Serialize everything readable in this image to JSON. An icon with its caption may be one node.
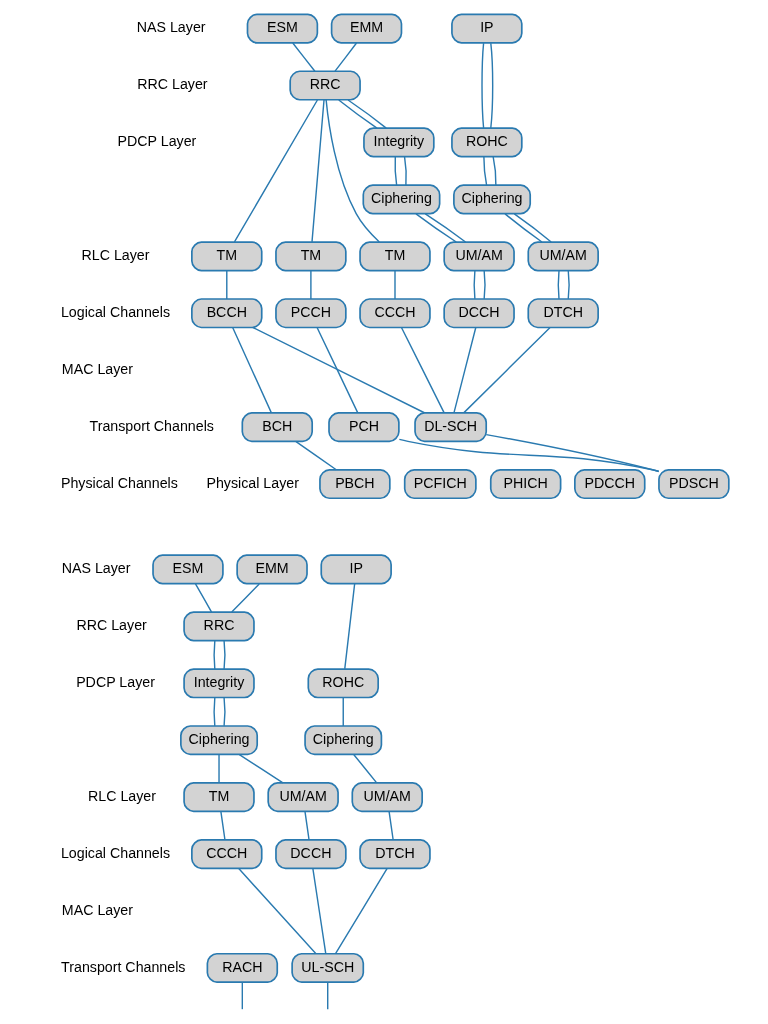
{
  "diagram": {
    "nodes": [
      {
        "text": [
          "ESM"
        ]
      },
      {
        "text": [
          "EMM"
        ]
      },
      {
        "text": [
          "IP"
        ]
      },
      {
        "text": [
          "RRC"
        ]
      },
      {
        "text": [
          "Integrity"
        ]
      },
      {
        "text": [
          "ROHC"
        ]
      },
      {
        "text": [
          "Ciphering"
        ]
      },
      {
        "text": [
          "Ciphering"
        ]
      },
      {
        "text": [
          "TM"
        ]
      },
      {
        "text": [
          "TM"
        ]
      },
      {
        "text": [
          "TM"
        ]
      },
      {
        "text": [
          "UM/AM"
        ]
      },
      {
        "text": [
          "UM/AM"
        ]
      },
      {
        "text": [
          "BCCH"
        ]
      },
      {
        "text": [
          "PCCH"
        ]
      },
      {
        "text": [
          "CCCH"
        ]
      },
      {
        "text": [
          "DCCH"
        ]
      },
      {
        "text": [
          "DTCH"
        ]
      },
      {
        "text": [
          "BCH"
        ]
      },
      {
        "text": [
          "PCH"
        ]
      },
      {
        "text": [
          "DL-SCH"
        ]
      },
      {
        "text": [
          "PBCH"
        ]
      },
      {
        "text": [
          "PCFICH"
        ]
      },
      {
        "text": [
          "PHICH"
        ]
      },
      {
        "text": [
          "PDCCH"
        ]
      },
      {
        "text": [
          "PDSCH"
        ]
      },
      {
        "text": [
          "ESM"
        ]
      },
      {
        "text": [
          "EMM"
        ]
      },
      {
        "text": [
          "IP"
        ]
      },
      {
        "text": [
          "RRC"
        ]
      },
      {
        "text": [
          "Integrity"
        ]
      },
      {
        "text": [
          "ROHC"
        ]
      },
      {
        "text": [
          "Ciphering"
        ]
      },
      {
        "text": [
          "Ciphering"
        ]
      },
      {
        "text": [
          "TM"
        ]
      },
      {
        "text": [
          "UM/AM"
        ]
      },
      {
        "text": [
          "UM/AM"
        ]
      },
      {
        "text": [
          "CCCH"
        ]
      },
      {
        "text": [
          "DCCH"
        ]
      },
      {
        "text": [
          "DTCH"
        ]
      },
      {
        "text": [
          "RACH"
        ]
      },
      {
        "text": [
          "UL-SCH"
        ]
      }
    ],
    "edges": [
      {
        "from": 0,
        "to": 3,
        "arrow": "none"
      },
      {
        "from": 1,
        "to": 3,
        "arrow": "none"
      },
      {
        "from": 2,
        "to": 5,
        "arrow": "none"
      },
      {
        "from": 2,
        "to": 5,
        "arrow": "none"
      },
      {
        "from": 3,
        "to": 8,
        "arrow": "none"
      },
      {
        "from": 3,
        "to": 9,
        "arrow": "none"
      },
      {
        "from": 3,
        "to": 10,
        "arrow": "none"
      },
      {
        "from": 3,
        "to": 4,
        "arrow": "none"
      },
      {
        "from": 3,
        "to": 4,
        "arrow": "none"
      },
      {
        "from": 4,
        "to": 6,
        "arrow": "none"
      },
      {
        "from": 4,
        "to": 6,
        "arrow": "none"
      },
      {
        "from": 5,
        "to": 7,
        "arrow": "none"
      },
      {
        "from": 5,
        "to": 7,
        "arrow": "none"
      },
      {
        "from": 6,
        "to": 11,
        "arrow": "none"
      },
      {
        "from": 6,
        "to": 11,
        "arrow": "none"
      },
      {
        "from": 7,
        "to": 12,
        "arrow": "none"
      },
      {
        "from": 7,
        "to": 12,
        "arrow": "none"
      },
      {
        "from": 8,
        "to": 13,
        "arrow": "none"
      },
      {
        "from": 9,
        "to": 14,
        "arrow": "none"
      },
      {
        "from": 10,
        "to": 15,
        "arrow": "none"
      },
      {
        "from": 11,
        "to": 16,
        "arrow": "none"
      },
      {
        "from": 11,
        "to": 16,
        "arrow": "none"
      },
      {
        "from": 12,
        "to": 17,
        "arrow": "none"
      },
      {
        "from": 12,
        "to": 17,
        "arrow": "none"
      },
      {
        "from": 13,
        "to": 18,
        "arrow": "none"
      },
      {
        "from": 13,
        "to": 20,
        "arrow": "none"
      },
      {
        "from": 14,
        "to": 19,
        "arrow": "none"
      },
      {
        "from": 15,
        "to": 20,
        "arrow": "none"
      },
      {
        "from": 16,
        "to": 20,
        "arrow": "none"
      },
      {
        "from": 17,
        "to": 20,
        "arrow": "none"
      },
      {
        "from": 18,
        "to": 21,
        "arrow": "none"
      },
      {
        "from": 19,
        "to": 25,
        "arrow": "none"
      },
      {
        "from": 20,
        "to": 25,
        "arrow": "none"
      },
      {
        "from": 26,
        "to": 29,
        "arrow": "none"
      },
      {
        "from": 27,
        "to": 29,
        "arrow": "none"
      },
      {
        "from": 28,
        "to": 31,
        "arrow": "none"
      },
      {
        "from": 29,
        "to": 30,
        "arrow": "none"
      },
      {
        "from": 29,
        "to": 30,
        "arrow": "none"
      },
      {
        "from": 30,
        "to": 32,
        "arrow": "none"
      },
      {
        "from": 30,
        "to": 32,
        "arrow": "none"
      },
      {
        "from": 31,
        "to": 33,
        "arrow": "none"
      },
      {
        "from": 32,
        "to": 34,
        "arrow": "none"
      },
      {
        "from": 32,
        "to": 35,
        "arrow": "none"
      },
      {
        "from": 33,
        "to": 36,
        "arrow": "none"
      },
      {
        "from": 34,
        "to": 37,
        "arrow": "none"
      },
      {
        "from": 35,
        "to": 38,
        "arrow": "none"
      },
      {
        "from": 36,
        "to": 39,
        "arrow": "none"
      },
      {
        "from": 37,
        "to": 41,
        "arrow": "none"
      },
      {
        "from": 38,
        "to": 41,
        "arrow": "none"
      },
      {
        "from": 39,
        "to": 41,
        "arrow": "none"
      },
      {
        "from": 40,
        "to": null,
        "arrow": "none"
      },
      {
        "from": 41,
        "to": null,
        "arrow": "none"
      }
    ],
    "labels": [
      "NAS Layer",
      "RRC Layer",
      "PDCP Layer",
      "RLC Layer",
      "Logical Channels",
      "MAC Layer",
      "Transport Channels",
      "Physical Layer",
      "Physical Channels",
      "NAS Layer",
      "RRC Layer",
      "PDCP Layer",
      "RLC Layer",
      "Logical Channels",
      "MAC Layer",
      "Transport Channels"
    ]
  }
}
